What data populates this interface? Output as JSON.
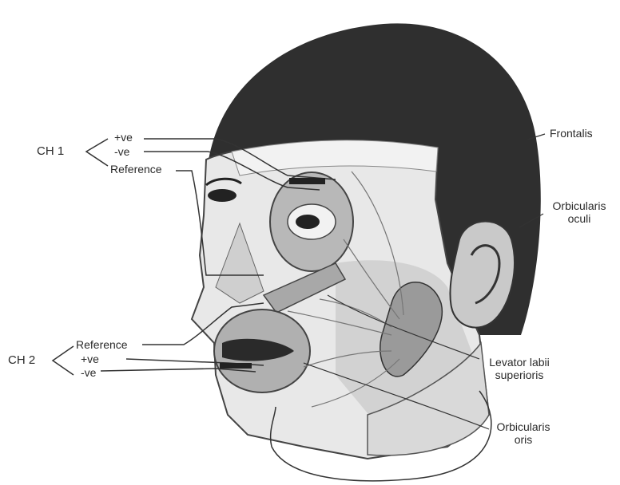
{
  "ch1": {
    "name": "CH  1",
    "positive": "+ve",
    "negative": "-ve",
    "reference": "Reference"
  },
  "ch2": {
    "name": "CH  2",
    "positive": "+ve",
    "negative": "-ve",
    "reference": "Reference"
  },
  "muscles": {
    "frontalis": "Frontalis",
    "orbicularis_oculi": [
      "Orbicularis",
      "oculi"
    ],
    "levator_labii_superioris": [
      "Levator labii",
      "superioris"
    ],
    "orbicularis_oris": [
      "Orbicularis",
      "oris"
    ]
  }
}
